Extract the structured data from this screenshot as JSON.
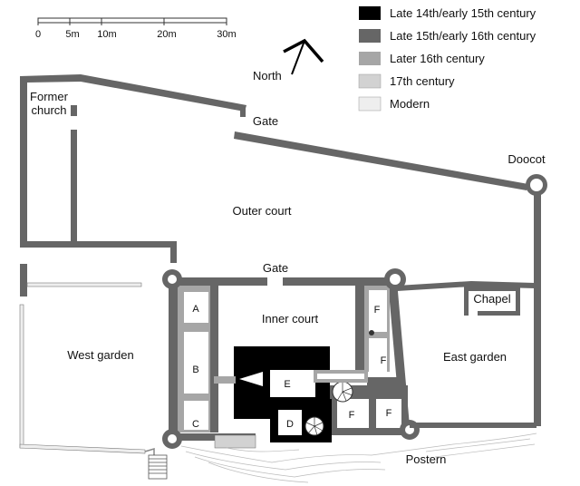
{
  "scale_bar": {
    "labels": [
      "0",
      "5m",
      "10m",
      "20m",
      "30m"
    ]
  },
  "north": {
    "label": "North"
  },
  "legend": {
    "items": [
      {
        "label": "Late 14th/early 15th century",
        "color": "#000000"
      },
      {
        "label": "Late 15th/early 16th century",
        "color": "#666666"
      },
      {
        "label": "Later 16th century",
        "color": "#a6a6a6"
      },
      {
        "label": "17th century",
        "color": "#d2d2d2"
      },
      {
        "label": "Modern",
        "color": "#eeeeee"
      }
    ]
  },
  "areas": {
    "former_church_line1": "Former",
    "former_church_line2": "church",
    "outer_gate": "Gate",
    "doocot": "Doocot",
    "outer_court": "Outer court",
    "inner_gate": "Gate",
    "inner_court": "Inner court",
    "chapel": "Chapel",
    "west_garden": "West garden",
    "east_garden": "East garden",
    "postern": "Postern"
  },
  "rooms": {
    "a": "A",
    "b": "B",
    "c": "C",
    "d": "D",
    "e": "E",
    "f1": "F",
    "f2": "F",
    "f3": "F",
    "f4": "F"
  }
}
